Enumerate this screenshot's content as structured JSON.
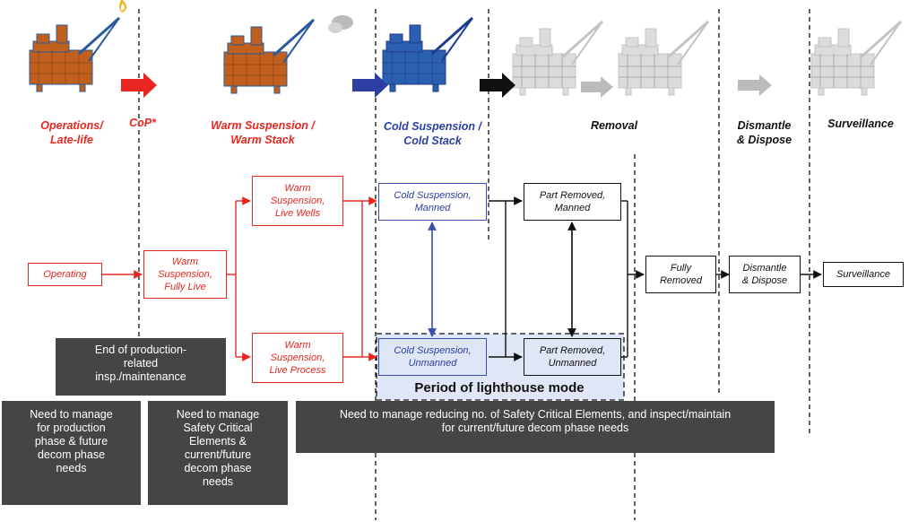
{
  "phases": {
    "operations": {
      "line1": "Operations/",
      "line2": "Late-life"
    },
    "cop": "CoP*",
    "warm": {
      "line1": "Warm Suspension /",
      "line2": "Warm Stack"
    },
    "cold": {
      "line1": "Cold Suspension /",
      "line2": "Cold Stack"
    },
    "removal": "Removal",
    "dismantle": {
      "line1": "Dismantle",
      "line2": "& Dispose"
    },
    "surveillance": "Surveillance"
  },
  "boxes": {
    "operating": "Operating",
    "warm_fully_live": {
      "line1": "Warm",
      "line2": "Suspension,",
      "line3": "Fully Live"
    },
    "warm_live_wells": {
      "line1": "Warm",
      "line2": "Suspension,",
      "line3": "Live Wells"
    },
    "warm_live_process": {
      "line1": "Warm",
      "line2": "Suspension,",
      "line3": "Live Process"
    },
    "cold_manned": {
      "line1": "Cold Suspension,",
      "line2": "Manned"
    },
    "cold_unmanned": {
      "line1": "Cold Suspension,",
      "line2": "Unmanned"
    },
    "part_removed_manned": {
      "line1": "Part Removed,",
      "line2": "Manned"
    },
    "part_removed_unmanned": {
      "line1": "Part Removed,",
      "line2": "Unmanned"
    },
    "fully_removed": {
      "line1": "Fully",
      "line2": "Removed"
    },
    "dismantle_dispose": {
      "line1": "Dismantle",
      "line2": "& Dispose"
    },
    "surveillance": "Surveillance"
  },
  "lighthouse_label": "Period of lighthouse mode",
  "notes": {
    "end_of_production": {
      "line1": "End of production-",
      "line2": "related",
      "line3": "insp./maintenance"
    },
    "production_phase": {
      "line1": "Need to manage",
      "line2": "for production",
      "line3": "phase & future",
      "line4": "decom phase",
      "line5": "needs"
    },
    "safety_critical": {
      "line1": "Need to manage",
      "line2": "Safety Critical",
      "line3": "Elements &",
      "line4": "current/future",
      "line5": "decom phase",
      "line6": "needs"
    },
    "reducing": {
      "line1": "Need to manage reducing no. of Safety Critical Elements, and inspect/maintain",
      "line2": "for current/future decom phase needs"
    }
  },
  "colors": {
    "red": "#e8261f",
    "blue": "#2b3fa0",
    "black": "#111111",
    "grey": "#bbbbbb",
    "note_bg": "#454545",
    "lighthouse_bg": "#dfe6f5"
  },
  "icons": [
    "platform-flaring-icon",
    "platform-venting-icon",
    "platform-cold-icon",
    "platform-faded-icon"
  ]
}
